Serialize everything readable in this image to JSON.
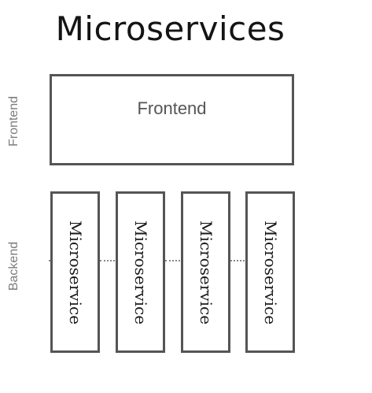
{
  "title": "Microservices",
  "layers": {
    "frontend_label": "Frontend",
    "backend_label": "Backend"
  },
  "frontend_box": {
    "label": "Frontend"
  },
  "services": [
    {
      "label": "Microservice"
    },
    {
      "label": "Microservice"
    },
    {
      "label": "Microservice"
    },
    {
      "label": "Microservice"
    }
  ]
}
